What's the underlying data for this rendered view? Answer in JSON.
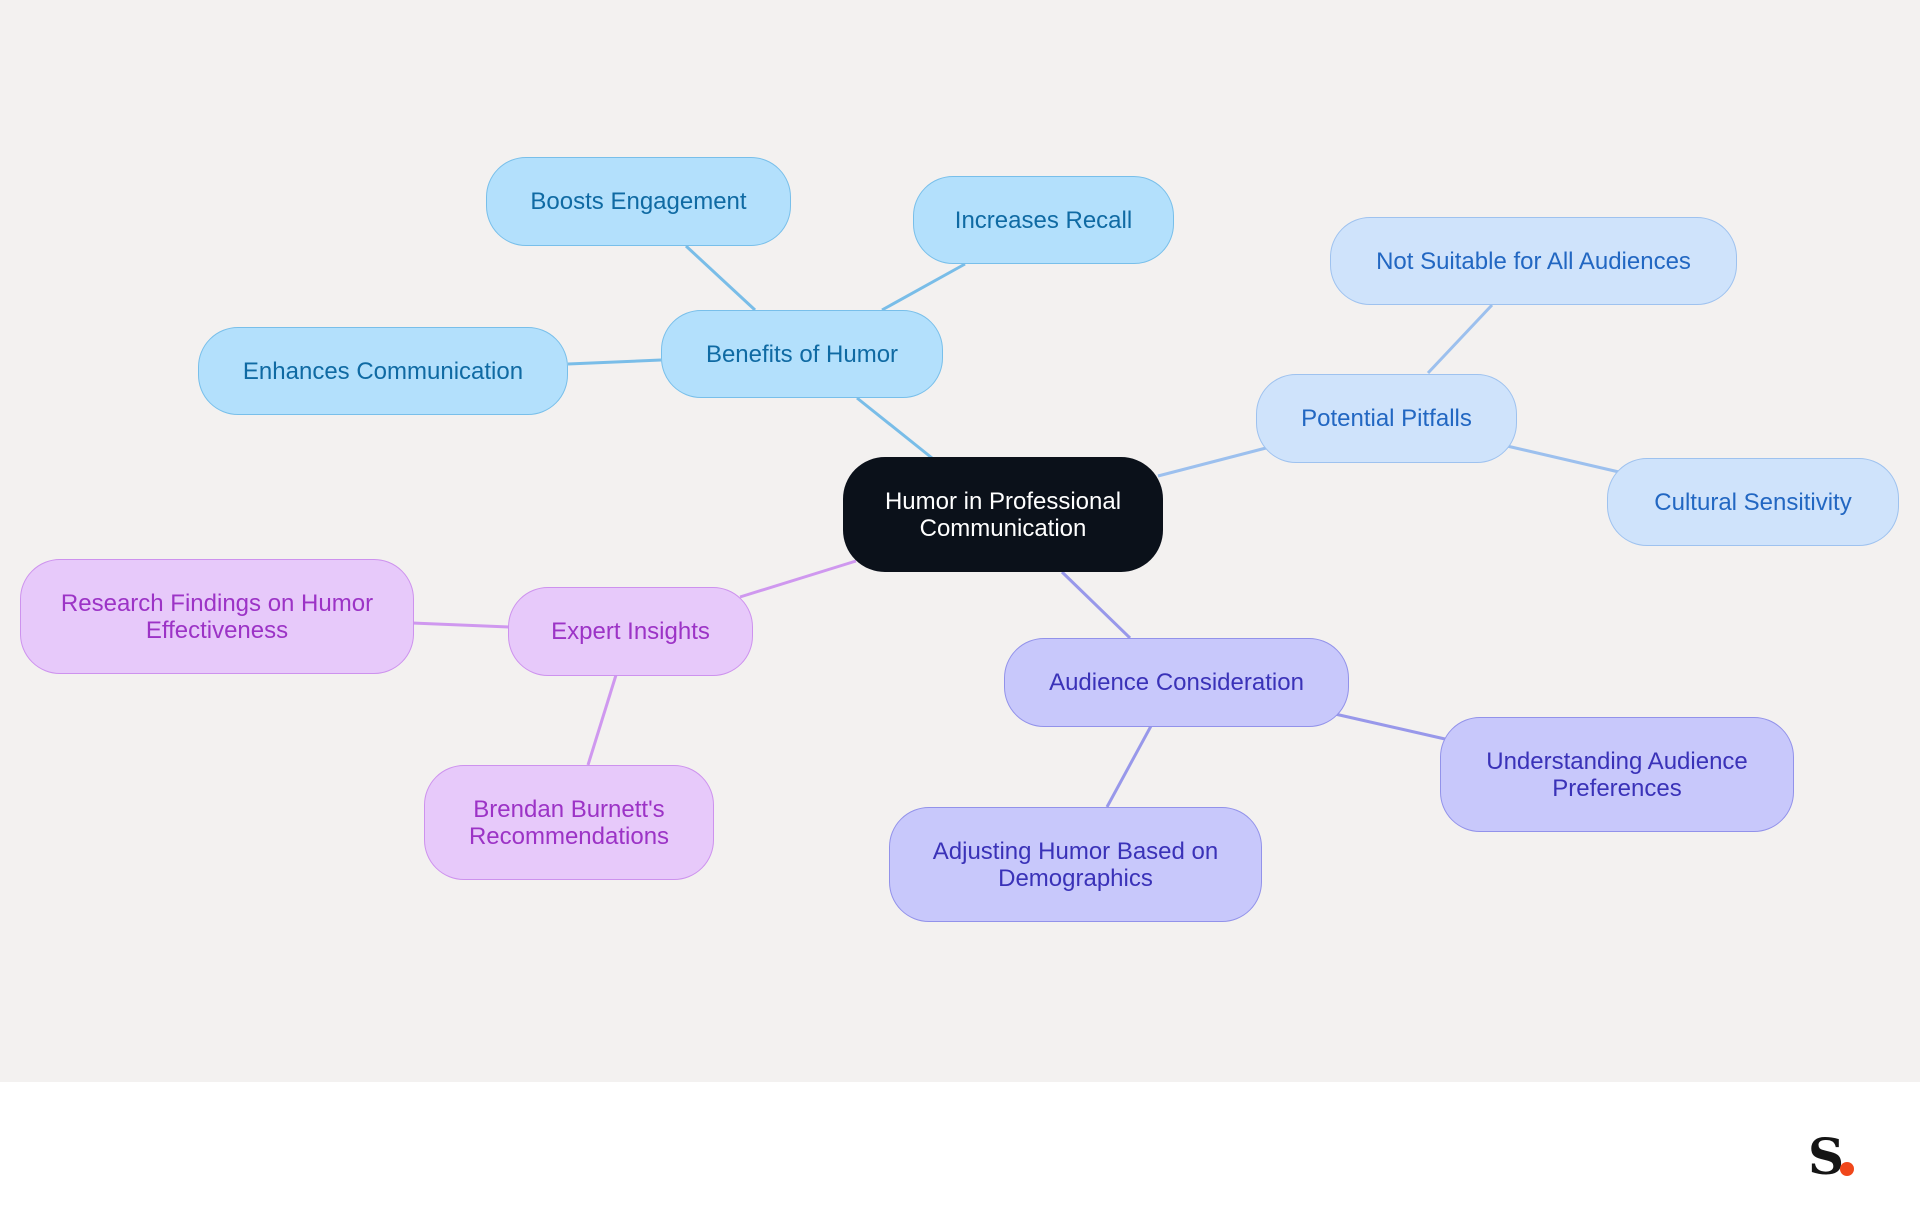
{
  "mindmap": {
    "root": {
      "id": "root",
      "label": "Humor in Professional\nCommunication",
      "fill": "#0b111a",
      "stroke": "#0b111a",
      "text": "#ffffff"
    },
    "branches": [
      {
        "id": "benefits",
        "label": "Benefits of Humor",
        "fill": "#b3e0fc",
        "stroke": "#78bfea",
        "text": "#0f6aa3",
        "line": "#79bde8",
        "children": [
          {
            "id": "boosts",
            "label": "Boosts Engagement"
          },
          {
            "id": "recall",
            "label": "Increases Recall"
          },
          {
            "id": "enhances",
            "label": "Enhances Communication"
          }
        ]
      },
      {
        "id": "pitfalls",
        "label": "Potential Pitfalls",
        "fill": "#cfe3fb",
        "stroke": "#9ec2ef",
        "text": "#2267c2",
        "line": "#9cc0ee",
        "children": [
          {
            "id": "notsuitable",
            "label": "Not Suitable for All Audiences"
          },
          {
            "id": "cultural",
            "label": "Cultural Sensitivity"
          }
        ]
      },
      {
        "id": "audience",
        "label": "Audience Consideration",
        "fill": "#c8c8fb",
        "stroke": "#9292ea",
        "text": "#3a32b8",
        "line": "#9898ea",
        "children": [
          {
            "id": "preferences",
            "label": "Understanding Audience\nPreferences"
          },
          {
            "id": "demographics",
            "label": "Adjusting Humor Based on\nDemographics"
          }
        ]
      },
      {
        "id": "expert",
        "label": "Expert Insights",
        "fill": "#e7c9fa",
        "stroke": "#cd92ee",
        "text": "#9c33c6",
        "line": "#cf98ef",
        "children": [
          {
            "id": "research",
            "label": "Research Findings on Humor\nEffectiveness"
          },
          {
            "id": "burnett",
            "label": "Brendan Burnett's\nRecommendations"
          }
        ]
      }
    ]
  },
  "branding": {
    "logo_letter": "S",
    "logo_dot_color": "#f0471b"
  }
}
